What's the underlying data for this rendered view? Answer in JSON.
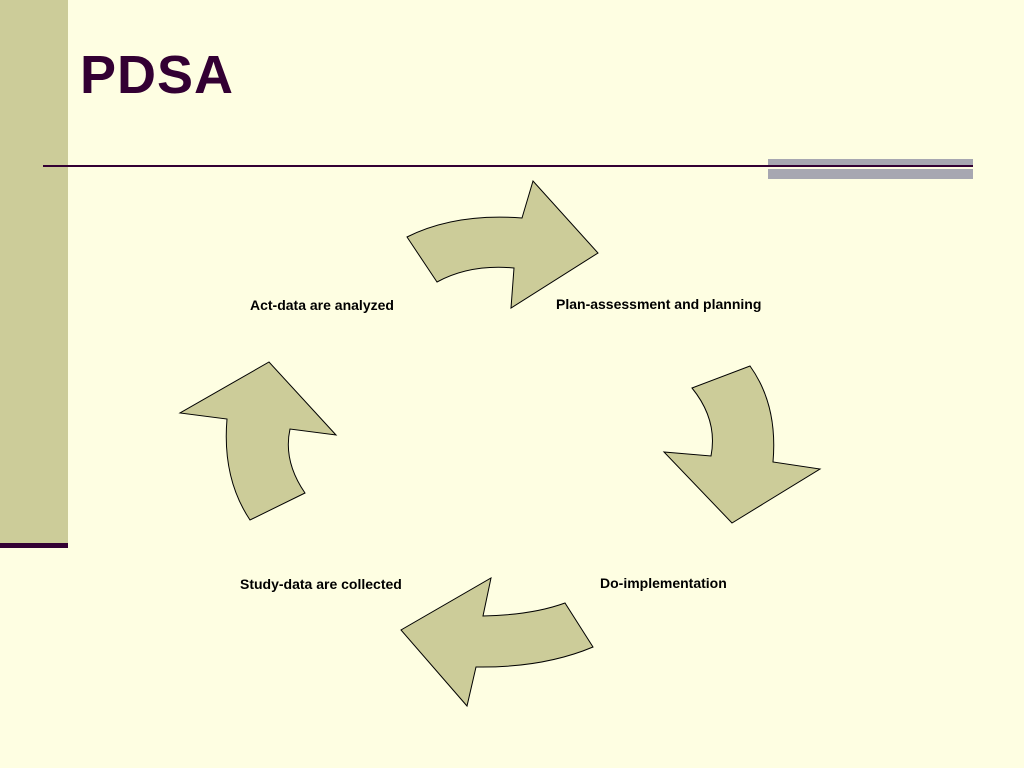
{
  "slide": {
    "title": "PDSA",
    "colors": {
      "background": "#fefee2",
      "band": "#cccc99",
      "accent": "#330033",
      "bar": "#a7a7b1",
      "arrow_fill": "#cccc99"
    }
  },
  "cycle": {
    "stages": [
      {
        "key": "plan",
        "label": "Plan-assessment and planning"
      },
      {
        "key": "do",
        "label": "Do-implementation"
      },
      {
        "key": "study",
        "label": "Study-data are collected"
      },
      {
        "key": "act",
        "label": "Act-data are analyzed"
      }
    ],
    "arrows": [
      "act-to-plan",
      "plan-to-do",
      "do-to-study",
      "study-to-act"
    ]
  }
}
